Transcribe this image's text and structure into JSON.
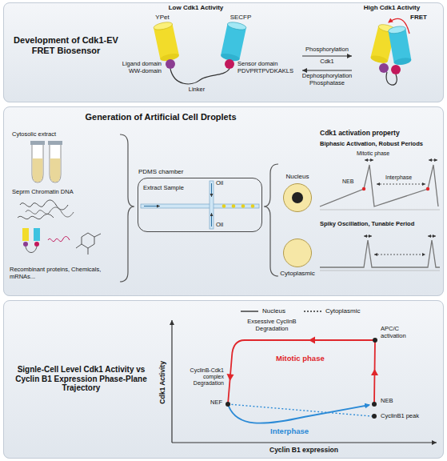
{
  "diagram": {
    "nodes": [
      {
        "text": [
          "Development of Cdk1-EV FRET Biosensor"
        ]
      },
      {
        "text": [
          "Generation of Artificial Cell Droplets"
        ]
      },
      {
        "text": [
          "Signle-Cell Level Cdk1 Activity vs Cyclin B1 Expression Phase-Plane Trajectory"
        ]
      },
      {
        "text": [
          "PDMS chamber",
          "Extract Sample",
          "Oil",
          "Oil"
        ],
        "in": 1
      },
      {
        "text": [
          "Nucleus"
        ],
        "in": 1
      },
      {
        "text": [
          "Cytoplasmic"
        ],
        "in": 1
      }
    ],
    "labels": [
      "Low Cdk1 Activity",
      "High Cdk1 Activity",
      "YPet",
      "SECFP",
      "Ligand domain",
      "WW-domain",
      "Sensor domain",
      "PDVPRTPVDKAKLS",
      "Linker",
      "Phosphorylation",
      "Cdk1",
      "Dephosphorylation",
      "Phosphatase",
      "FRET",
      "Cytosolic extract",
      "Seprm Chromatin DNA",
      "Recombinant proteins, Chemicals, mRNAs...",
      "Cdk1 activation property",
      "Biphasic Activation, Robust Periods",
      "Mitotic phase",
      "Interphase",
      "NEB",
      "Spiky Oscillation, Tunable Period",
      "Cdk1 Activity",
      "Cyclin B1 expression",
      "Exsessive CyclinB Degradation",
      "APC/C activation",
      "Mitotic phase",
      "CyclinB-Cdk1 complex Degradation",
      "NEB",
      "CyclinB1 peak",
      "NEF",
      "Interphase"
    ],
    "legend": [
      {
        "text": "Nucleus"
      },
      {
        "text": "Cytoplasmic"
      }
    ]
  }
}
